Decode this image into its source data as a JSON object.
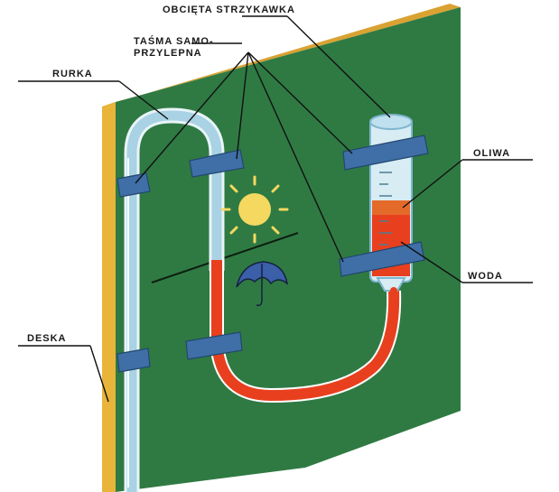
{
  "labels": {
    "syringe": "OBCIĘTA STRZYKAWKA",
    "tape_line1": "TAŚMA SAMO-",
    "tape_line2": "PRZYLEPNA",
    "tube": "RURKA",
    "oil": "OLIWA",
    "water": "WODA",
    "board": "DESKA"
  },
  "colors": {
    "board_face": "#2f7a43",
    "board_edge": "#e8b43a",
    "water": "#e8401f",
    "oil": "#e46a2a",
    "tape": "#3f6fa6",
    "tube_glass": "#a9d2e4",
    "sun": "#f4d860",
    "leader_line": "#111111"
  },
  "icons": {
    "sun": "sun-icon",
    "umbrella": "umbrella-icon"
  }
}
